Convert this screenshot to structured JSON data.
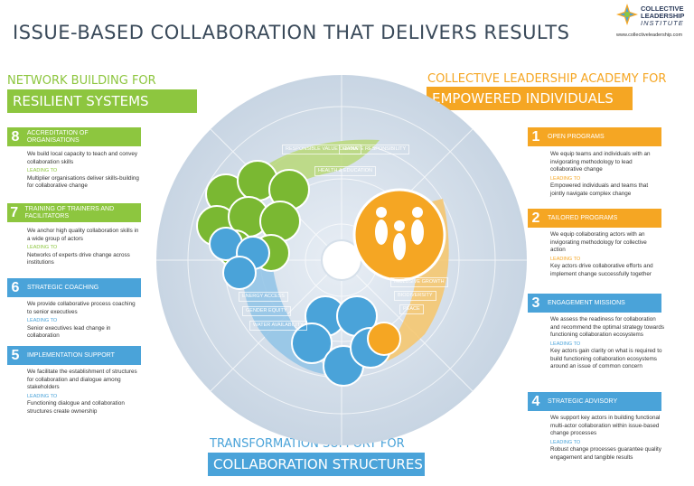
{
  "title": "ISSUE-BASED COLLABORATION THAT DELIVERS RESULTS",
  "logo": {
    "line1": "COLLECTIVE",
    "line2": "LEADERSHIP",
    "line3": "INSTITUTE",
    "url": "www.collectiveleadership.com"
  },
  "colors": {
    "green": "#8dc63f",
    "blue": "#4aa3d9",
    "orange": "#f5a623",
    "title": "#3a4a5a"
  },
  "sections": {
    "network": {
      "label": "NETWORK BUILDING FOR",
      "box": "RESILIENT SYSTEMS"
    },
    "academy": {
      "label": "COLLECTIVE LEADERSHIP ACADEMY FOR",
      "box": "EMPOWERED INDIVIDUALS"
    },
    "transformation": {
      "label": "TRANSFORMATION SUPPORT FOR",
      "box": "COLLABORATION STRUCTURES"
    }
  },
  "left_items": [
    {
      "num": "8",
      "label": "ACCREDITATION OF ORGANISATIONS",
      "body": "We build local capacity to teach and convey collaboration skills",
      "lead": "LEADING TO",
      "result": "Multiplier organisations deliver skills-building for collaborative change"
    },
    {
      "num": "7",
      "label": "TRAINING OF TRAINERS AND FACILITATORS",
      "body": "We anchor high quality collaboration skills in a wide group of actors",
      "lead": "LEADING TO",
      "result": "Networks of experts drive change across institutions"
    },
    {
      "num": "6",
      "label": "STRATEGIC COACHING",
      "body": "We provide collaborative process coaching to senior executives",
      "lead": "LEADING TO",
      "result": "Senior executives lead change in collaboration"
    },
    {
      "num": "5",
      "label": "IMPLEMENTATION SUPPORT",
      "body": "We facilitate the establishment of structures for collaboration and dialogue among stakeholders",
      "lead": "LEADING TO",
      "result": "Functioning dialogue and collaboration structures create ownership"
    }
  ],
  "right_items": [
    {
      "num": "1",
      "label": "OPEN PROGRAMS",
      "body": "We equip teams and individuals with an invigorating methodology to lead collaborative change",
      "lead": "LEADING TO",
      "result": "Empowered individuals and teams that jointly navigate complex change"
    },
    {
      "num": "2",
      "label": "TAILORED PROGRAMS",
      "body": "We equip collaborating actors with an invigorating methodology for collective action",
      "lead": "LEADING TO",
      "result": "Key actors drive collaborative efforts and implement change successfully together"
    },
    {
      "num": "3",
      "label": "ENGAGEMENT MISSIONS",
      "body": "We assess the readiness for collaboration and recommend the optimal strategy towards functioning collaboration ecosystems",
      "lead": "LEADING TO",
      "result": "Key actors gain clarity on what is required to build functioning collaboration ecosystems around an issue of common concern"
    },
    {
      "num": "4",
      "label": "STRATEGIC ADVISORY",
      "body": "We support key actors in building functional multi-actor collaboration within issue-based change processes",
      "lead": "LEADING TO",
      "result": "Robust change processes guarantee quality engagement and tangible results"
    }
  ],
  "tags": {
    "responsible": "RESPONSIBLE VALUE CHAINS",
    "climate": "CLIMATE RESPONSIBILITY",
    "health": "HEALTH & EDUCATION",
    "inclusive": "INCLUSIVE GROWTH",
    "biodiversity": "BIODIVERSITY",
    "peace": "PEACE",
    "energy": "ENERGY ACCESS",
    "gender": "GENDER EQUITY",
    "water": "WATER AVAILABILITY"
  }
}
